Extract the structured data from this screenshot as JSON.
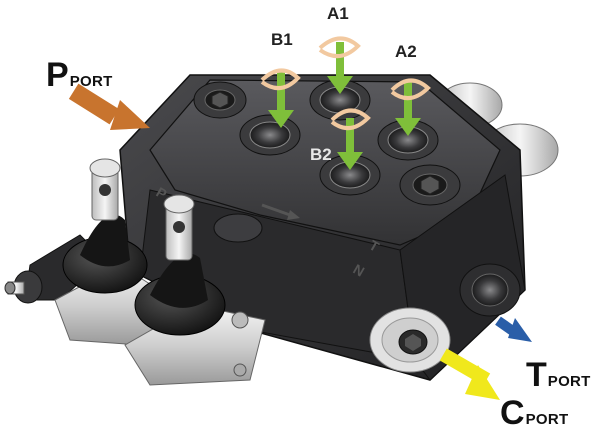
{
  "labels": {
    "p_port": {
      "letter": "P",
      "suffix": "PORT"
    },
    "t_port": {
      "letter": "T",
      "suffix": "PORT"
    },
    "c_port": {
      "letter": "C",
      "suffix": "PORT"
    },
    "a1": "A1",
    "a2": "A2",
    "b1": "B1",
    "b2": "B2"
  },
  "body_markings": [
    "P",
    "T",
    "N"
  ],
  "colors": {
    "p_arrow": "#c8742e",
    "t_arrow": "#2a5ea8",
    "c_arrow": "#f0e81c",
    "flow_arrow": "#7fbf3a",
    "rotation_arrow": "#f2c9a0",
    "valve_body": "#2e2e30",
    "fittings": "#dcdcdc"
  }
}
